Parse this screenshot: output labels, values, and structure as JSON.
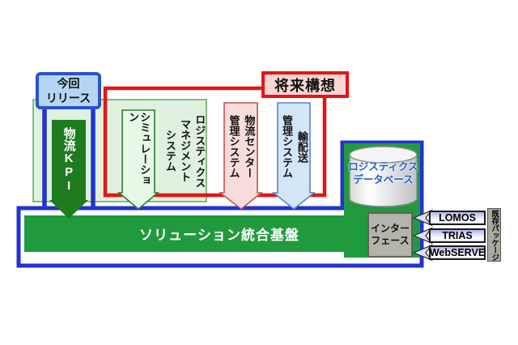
{
  "diagram": {
    "title_boxes": {
      "release": {
        "label": "今回\nリリース"
      },
      "future": {
        "label": "将来構想"
      }
    },
    "arrows": {
      "kpi": {
        "label": "物流KPI"
      },
      "simulation": {
        "label": "シミュレーション"
      },
      "logistics_center": {
        "label": "物流センター\n管理システム"
      },
      "transport": {
        "label": "輸配送\n管理システム"
      }
    },
    "texts": {
      "logistics_management": {
        "label": "ロジスティクス\nマネジメント\nシステム"
      }
    },
    "database": {
      "label": "ロジスティクス\nデータベース"
    },
    "platform": {
      "label": "ソリューション統合基盤"
    },
    "interface": {
      "label": "インター\nフェース"
    },
    "packages": [
      {
        "label": "LOMOS"
      },
      {
        "label": "TRIAS"
      },
      {
        "label": "WebSERVE"
      }
    ],
    "legacy": {
      "label": "既存パッケージ"
    },
    "colors": {
      "frame_blue": "#2233d0",
      "frame_red": "#e51515",
      "release_fill": "#b5d5f2",
      "future_fill": "#f8d6d6",
      "kpi_arrow_green": "#1e7b1e",
      "panel_green": "#dff0df",
      "platform_green": "#219a3e",
      "simulation_fill": "#e6f8e6",
      "logistics_center_fill": "#f8dcdc",
      "transport_fill": "#d2e6f8",
      "database_text_blue": "#1b5ec9",
      "interface_gray": "#b4b4ac"
    }
  }
}
